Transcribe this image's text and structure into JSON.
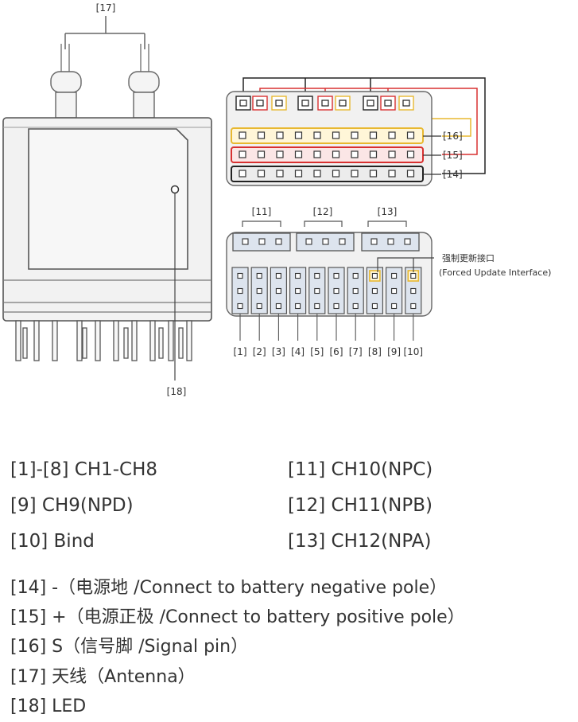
{
  "labels": {
    "antenna_ref": "[17]",
    "led_ref": "[18]",
    "signal_ref": "[16]",
    "positive_ref": "[15]",
    "negative_ref": "[14]",
    "ch10_ref": "[11]",
    "ch11_ref": "[12]",
    "ch12_ref": "[13]",
    "channels": [
      "[1]",
      "[2]",
      "[3]",
      "[4]",
      "[5]",
      "[6]",
      "[7]",
      "[8]",
      "[9]",
      "[10]"
    ],
    "forced_update_cn": "强制更新接口",
    "forced_update_en": "(Forced Update Interface)"
  },
  "legend": {
    "col1": [
      "[1]-[8] CH1-CH8",
      "[9] CH9(NPD)",
      "[10] Bind"
    ],
    "col2": [
      "[11] CH10(NPC)",
      "[12] CH11(NPB)",
      "[13] CH12(NPA)"
    ],
    "lines": [
      "[14]  -（电源地 /Connect to battery negative pole）",
      "[15] +（电源正极 /Connect to battery  positive pole）",
      "[16] S（信号脚 /Signal pin）",
      "[17] 天线（Antenna）",
      "[18] LED"
    ]
  },
  "colors": {
    "signal": "#e8b830",
    "positive": "#d83030",
    "negative": "#222222",
    "outline": "#555555",
    "body_fill": "#f2f2f2",
    "header_fill": "#dde4ee"
  }
}
